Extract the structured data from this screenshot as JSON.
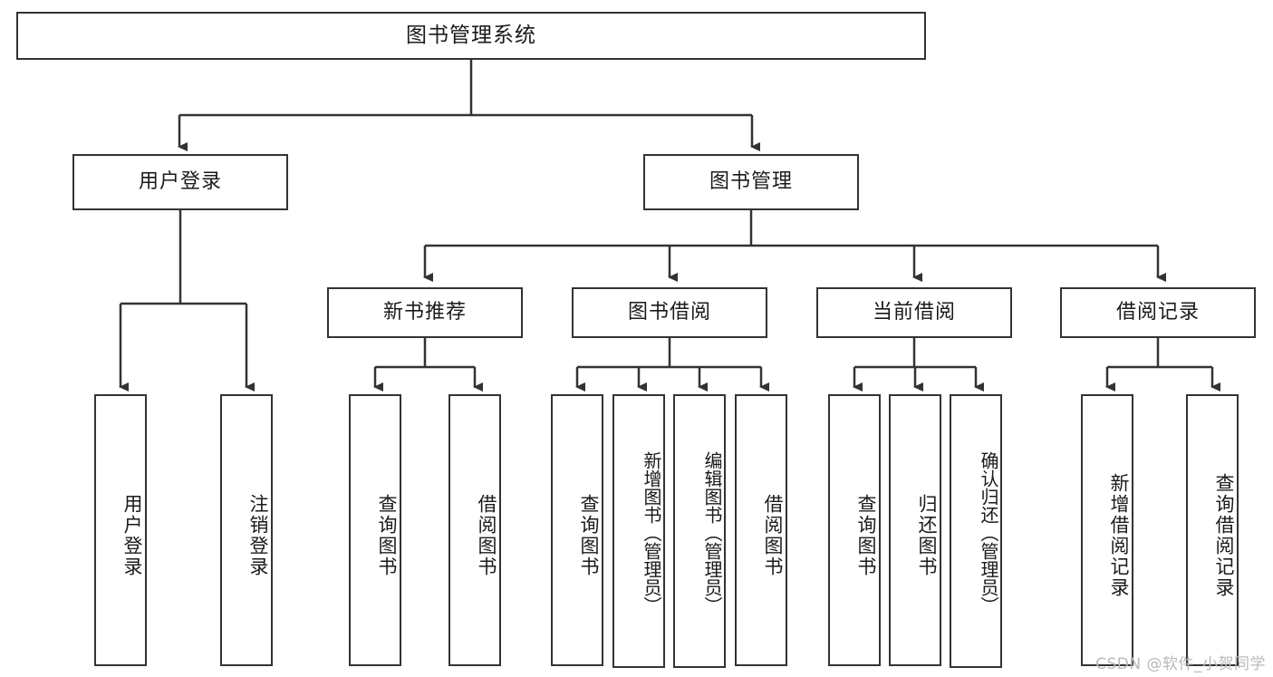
{
  "diagram": {
    "title": "图书管理系统",
    "type": "tree",
    "root": {
      "label": "图书管理系统"
    },
    "level1": [
      {
        "label": "用户登录"
      },
      {
        "label": "图书管理"
      }
    ],
    "level2": [
      {
        "label": "新书推荐"
      },
      {
        "label": "图书借阅"
      },
      {
        "label": "当前借阅"
      },
      {
        "label": "借阅记录"
      }
    ],
    "leaves": {
      "user_login": [
        {
          "label": "用户登录"
        },
        {
          "label": "注销登录"
        }
      ],
      "new_book": [
        {
          "label": "查询图书"
        },
        {
          "label": "借阅图书"
        }
      ],
      "borrow_book": [
        {
          "label": "查询图书"
        },
        {
          "label": "新增图书（管理员）"
        },
        {
          "label": "编辑图书（管理员）"
        },
        {
          "label": "借阅图书"
        }
      ],
      "current_borrow": [
        {
          "label": "查询图书"
        },
        {
          "label": "归还图书"
        },
        {
          "label": "确认归还（管理员）"
        }
      ],
      "borrow_record": [
        {
          "label": "新增借阅记录"
        },
        {
          "label": "查询借阅记录"
        }
      ]
    }
  },
  "watermark": {
    "text": "CSDN @软件_小贺同学"
  },
  "colors": {
    "stroke": "#333333",
    "box_fill": "#ffffff",
    "text": "#1a1a1a",
    "watermark": "#b9b9b9"
  }
}
